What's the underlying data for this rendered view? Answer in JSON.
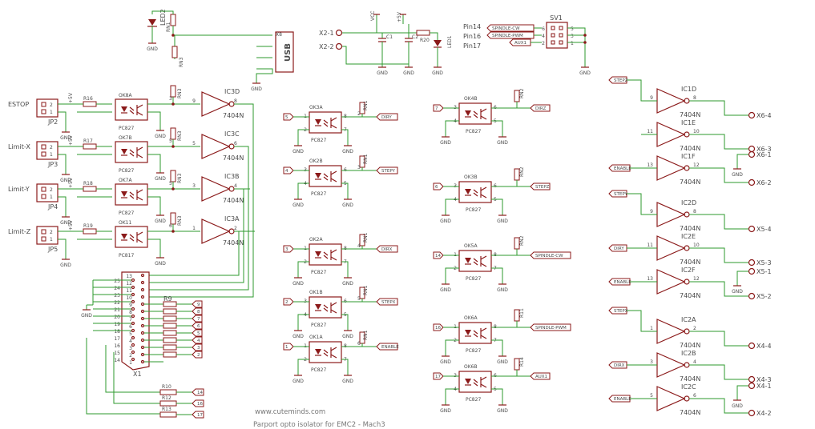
{
  "credits": {
    "site": "www.cuteminds.com",
    "title": "Parport opto isolator for EMC2 - Mach3"
  },
  "header": {
    "led2": "LED2",
    "rn1": "RN1",
    "rn3": "RN3",
    "usb_ref": "X8",
    "usb_label": "USB",
    "x2_1": "X2-1",
    "x2_2": "X2-2",
    "vcc": "VCC",
    "p5v": "+5V",
    "c1": "C1",
    "c2": "C2",
    "r20": "R20",
    "led1": "LED1",
    "pin14": "Pin14",
    "pin16": "Pin16",
    "pin17": "Pin17",
    "spindle_cw": "SPINDLE-CW",
    "spindle_pwm": "SPINDLE-PWM",
    "aux1": "AUX1",
    "sv1": "SV1",
    "gnd": "GND",
    "sv_pins_left": [
      "6",
      "4",
      "2"
    ],
    "sv_pins_right": [
      "5",
      "3",
      "1"
    ]
  },
  "inputs": [
    {
      "name": "ESTOP",
      "jp": "JP2",
      "r": "R16",
      "ok": "OK8A",
      "pc": "PC827",
      "ic": "IC3D",
      "ic_type": "7404N",
      "in": "9",
      "out": "8",
      "rn": "RN3",
      "rpin": "3",
      "dpin": "13"
    },
    {
      "name": "Limit-X",
      "jp": "JP3",
      "r": "R17",
      "ok": "OK7B",
      "pc": "PC827",
      "ic": "IC3C",
      "ic_type": "7404N",
      "in": "5",
      "out": "6",
      "rn": "RN3",
      "rpin": "5",
      "dpin": "12"
    },
    {
      "name": "Limit-Y",
      "jp": "JP4",
      "r": "R18",
      "ok": "OK7A",
      "pc": "PC827",
      "ic": "IC3B",
      "ic_type": "7404N",
      "in": "3",
      "out": "4",
      "rn": "RN3",
      "rpin": "5",
      "dpin": "11"
    },
    {
      "name": "Limit-Z",
      "jp": "JP5",
      "r": "R19",
      "ok": "OK11",
      "pc": "PC817",
      "ic": "IC3A",
      "ic_type": "7404N",
      "in": "1",
      "out": "2",
      "rn": "RN3",
      "rpin": "6",
      "dpin": "10"
    }
  ],
  "db25": {
    "ref": "X1",
    "r9": "R9",
    "pins_left": [
      "25",
      "24",
      "23",
      "22",
      "21",
      "20",
      "19",
      "18",
      "17",
      "16",
      "15",
      "14"
    ],
    "pins_right": [
      "13",
      "12",
      "11",
      "10",
      "9",
      "8",
      "7",
      "6",
      "5",
      "4",
      "3",
      "2",
      "1"
    ],
    "bus_labels": [
      "9",
      "8",
      "7",
      "6",
      "5",
      "4",
      "3",
      "2"
    ],
    "extra": [
      {
        "r": "R10",
        "pin": "14"
      },
      {
        "r": "R12",
        "pin": "16"
      },
      {
        "r": "R13",
        "pin": "17"
      }
    ]
  },
  "mid_optos": [
    {
      "ok": "OK3A",
      "pc": "PC827",
      "in": "5",
      "sig": "DIRY",
      "rn": "RN1",
      "rpin": "2",
      "p": [
        "1",
        "2",
        "8",
        "7"
      ]
    },
    {
      "ok": "OK2B",
      "pc": "PC827",
      "in": "4",
      "sig": "STEPY",
      "rn": "RN1",
      "rpin": "3",
      "p": [
        "3",
        "4",
        "6",
        "5"
      ]
    },
    {
      "ok": "OK2A",
      "pc": "PC827",
      "in": "3",
      "sig": "DIRX",
      "rn": "RN1",
      "rpin": "4",
      "p": [
        "1",
        "2",
        "8",
        "7"
      ]
    },
    {
      "ok": "OK1B",
      "pc": "PC827",
      "in": "2",
      "sig": "STEPX",
      "rn": "RN1",
      "rpin": "5",
      "p": [
        "3",
        "4",
        "6",
        "5"
      ]
    },
    {
      "ok": "OK1A",
      "pc": "PC827",
      "in": "1",
      "sig": "ENABLE",
      "rn": "RN1",
      "rpin": "6",
      "p": [
        "1",
        "2",
        "8",
        "7"
      ]
    }
  ],
  "right_optos": [
    {
      "ok": "OK4B",
      "pc": "PC827",
      "in": "7",
      "sig": "DIRZ",
      "rn": "RN2",
      "p": [
        "3",
        "4",
        "6",
        "5"
      ]
    },
    {
      "ok": "OK3B",
      "pc": "PC827",
      "in": "6",
      "sig": "STEPZ",
      "rn": "RN2",
      "p": [
        "3",
        "4",
        "6",
        "5"
      ]
    },
    {
      "ok": "OK5A",
      "pc": "PC827",
      "in": "14",
      "sig": "SPINDLE-CW",
      "rn": "RN2",
      "p": [
        "1",
        "2",
        "8",
        "7"
      ]
    },
    {
      "ok": "OK6A",
      "pc": "PC827",
      "in": "16",
      "sig": "SPINDLE-PWM",
      "rn": "R11",
      "p": [
        "1",
        "2",
        "8",
        "7"
      ]
    },
    {
      "ok": "OK6B",
      "pc": "PC827",
      "in": "17",
      "sig": "AUX1",
      "rn": "R14",
      "p": [
        "3",
        "4",
        "6",
        "5"
      ]
    }
  ],
  "outputs": [
    {
      "ic": "IC1D",
      "type": "7404N",
      "in": "9",
      "out": "8",
      "sig": "STEPZ",
      "conn": "X6-4"
    },
    {
      "ic": "IC1E",
      "type": "7404N",
      "in": "11",
      "out": "10",
      "sig": "",
      "conn": "X6-3"
    },
    {
      "ic": "IC1F",
      "type": "7404N",
      "in": "13",
      "out": "12",
      "sig": "ENABLE",
      "conn": "X6-2"
    },
    {
      "ic": "IC2D",
      "type": "7404N",
      "in": "9",
      "out": "8",
      "sig": "STEPY",
      "conn": "X5-4"
    },
    {
      "ic": "IC2E",
      "type": "7404N",
      "in": "11",
      "out": "10",
      "sig": "DIRY",
      "conn": "X5-3"
    },
    {
      "ic": "IC2F",
      "type": "7404N",
      "in": "13",
      "out": "12",
      "sig": "ENABLE",
      "conn": "X5-2"
    },
    {
      "ic": "IC2A",
      "type": "7404N",
      "in": "1",
      "out": "2",
      "sig": "STEPX",
      "conn": "X4-4"
    },
    {
      "ic": "IC2B",
      "type": "7404N",
      "in": "3",
      "out": "4",
      "sig": "DIRX",
      "conn": "X4-3"
    },
    {
      "ic": "IC2C",
      "type": "7404N",
      "in": "5",
      "out": "6",
      "sig": "ENABLE",
      "conn": "X4-2"
    }
  ],
  "gnd_conns": [
    "X6-1",
    "X5-1",
    "X4-1"
  ],
  "colors": {
    "wire": "#2e9a2e",
    "part": "#8b1a1a",
    "text": "#4a4a4a",
    "label_bg": "#ffffff"
  }
}
